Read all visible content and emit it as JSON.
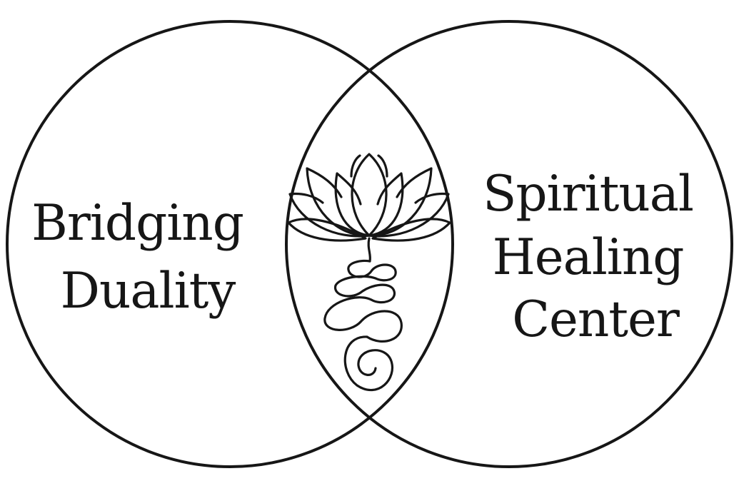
{
  "logo": {
    "left_text": [
      "Bridging",
      "Duality"
    ],
    "right_text": [
      "Spiritual",
      "Healing",
      "Center"
    ]
  },
  "colors": {
    "background": "#ffffff",
    "ink": "#161616"
  },
  "icons": {
    "center": "lotus-unalome-icon"
  }
}
